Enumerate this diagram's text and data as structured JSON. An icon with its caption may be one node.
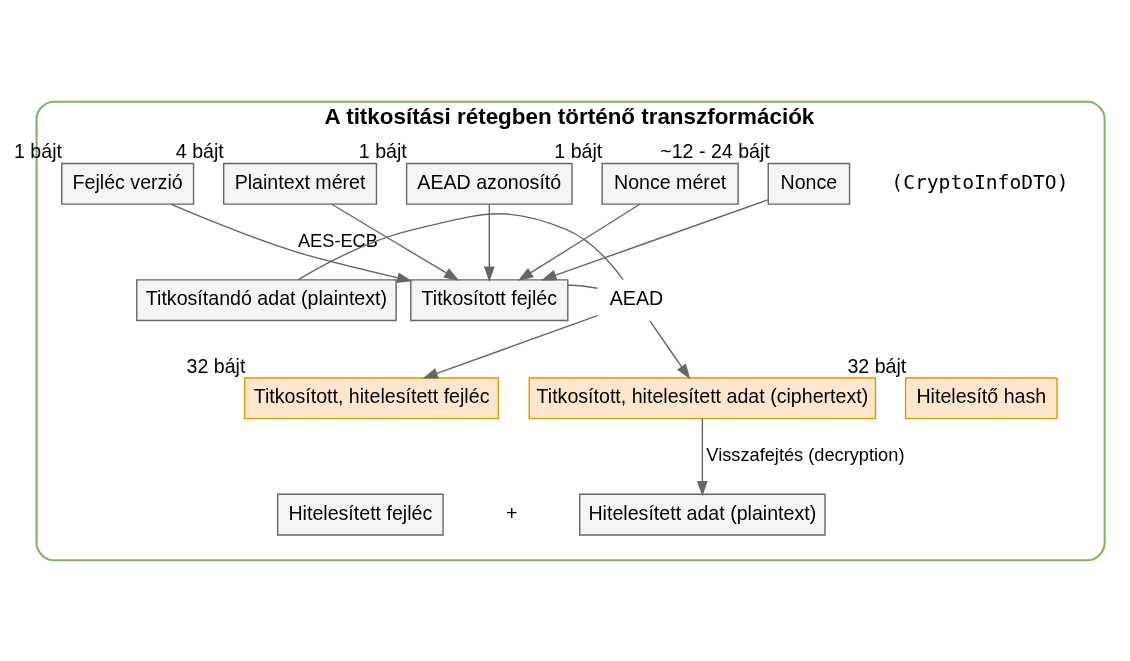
{
  "diagram": {
    "nodes": [
      {
        "text": [
          "A titkosítási rétegben történő transzformációk"
        ]
      },
      {
        "text": [
          "Fejléc verzió"
        ],
        "in": 0,
        "beside": [
          "1 bájt"
        ]
      },
      {
        "text": [
          "Plaintext méret"
        ],
        "in": 0,
        "beside": [
          "4 bájt"
        ]
      },
      {
        "text": [
          "AEAD azonosító"
        ],
        "in": 0,
        "beside": [
          "1 bájt"
        ]
      },
      {
        "text": [
          "Nonce méret"
        ],
        "in": 0,
        "beside": [
          "1 bájt"
        ]
      },
      {
        "text": [
          "Nonce"
        ],
        "in": 0,
        "beside": [
          "~12 - 24 bájt"
        ]
      },
      {
        "text": [
          "Titkosított fejléc"
        ],
        "in": 0
      },
      {
        "text": [
          "AEAD"
        ],
        "in": 0
      },
      {
        "text": [
          "Titkosítandó adat (plaintext)"
        ],
        "in": 0
      },
      {
        "text": [
          "Titkosított, hitelesített fejléc"
        ],
        "in": 0,
        "beside": [
          "32 bájt"
        ]
      },
      {
        "text": [
          "Titkosított, hitelesített adat (ciphertext)"
        ],
        "in": 0
      },
      {
        "text": [
          "Hitelesítő hash"
        ],
        "in": 0,
        "beside": [
          "32 bájt"
        ]
      },
      {
        "text": [
          "Hitelesített fejléc"
        ],
        "in": 0
      },
      {
        "text": [
          "Hitelesített adat (plaintext)"
        ],
        "in": 0
      }
    ],
    "edges": [
      {
        "from": 1,
        "to": 6,
        "arrow": "to",
        "label": "AES-ECB"
      },
      {
        "from": 2,
        "to": 6,
        "arrow": "to"
      },
      {
        "from": 3,
        "to": 6,
        "arrow": "to"
      },
      {
        "from": 4,
        "to": 6,
        "arrow": "to"
      },
      {
        "from": 5,
        "to": 6,
        "arrow": "to"
      },
      {
        "from": 6,
        "to": 7,
        "arrow": "none"
      },
      {
        "from": 8,
        "to": 7,
        "arrow": "none"
      },
      {
        "from": 7,
        "to": 9,
        "arrow": "to"
      },
      {
        "from": 7,
        "to": 10,
        "arrow": "to"
      },
      {
        "from": 10,
        "to": 13,
        "arrow": "to",
        "label": "Visszafejtés (decryption)"
      }
    ],
    "labels": [
      "(CryptoInfoDTO)",
      "+"
    ]
  }
}
